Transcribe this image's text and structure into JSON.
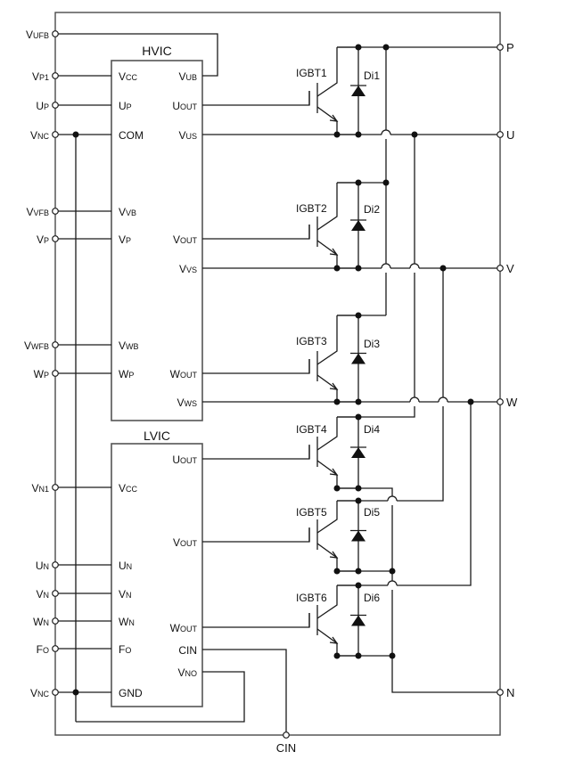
{
  "diagram": {
    "hvic": {
      "title": "HVIC",
      "left_pins": [
        "VCC",
        "UP",
        "COM",
        "VVB",
        "VP",
        "VWB",
        "WP"
      ],
      "right_pins": [
        "VUB",
        "UOUT",
        "VUS",
        "VOUT",
        "VVS",
        "WOUT",
        "VWS"
      ]
    },
    "lvic": {
      "title": "LVIC",
      "left_pins": [
        "VCC",
        "UN",
        "VN",
        "WN",
        "FO",
        "GND"
      ],
      "right_pins": [
        "UOUT",
        "VOUT",
        "WOUT",
        "CIN",
        "VNO"
      ]
    },
    "left_terminals": [
      "VUFB",
      "VP1",
      "UP",
      "VNC",
      "VVFB",
      "VP",
      "VWFB",
      "WP",
      "VN1",
      "UN",
      "VN",
      "WN",
      "FO",
      "VNC"
    ],
    "right_terminals": [
      "P",
      "U",
      "V",
      "W",
      "N"
    ],
    "bottom_terminal": "CIN",
    "igbts": [
      "IGBT1",
      "IGBT2",
      "IGBT3",
      "IGBT4",
      "IGBT5",
      "IGBT6"
    ],
    "diodes": [
      "Di1",
      "Di2",
      "Di3",
      "Di4",
      "Di5",
      "Di6"
    ]
  }
}
